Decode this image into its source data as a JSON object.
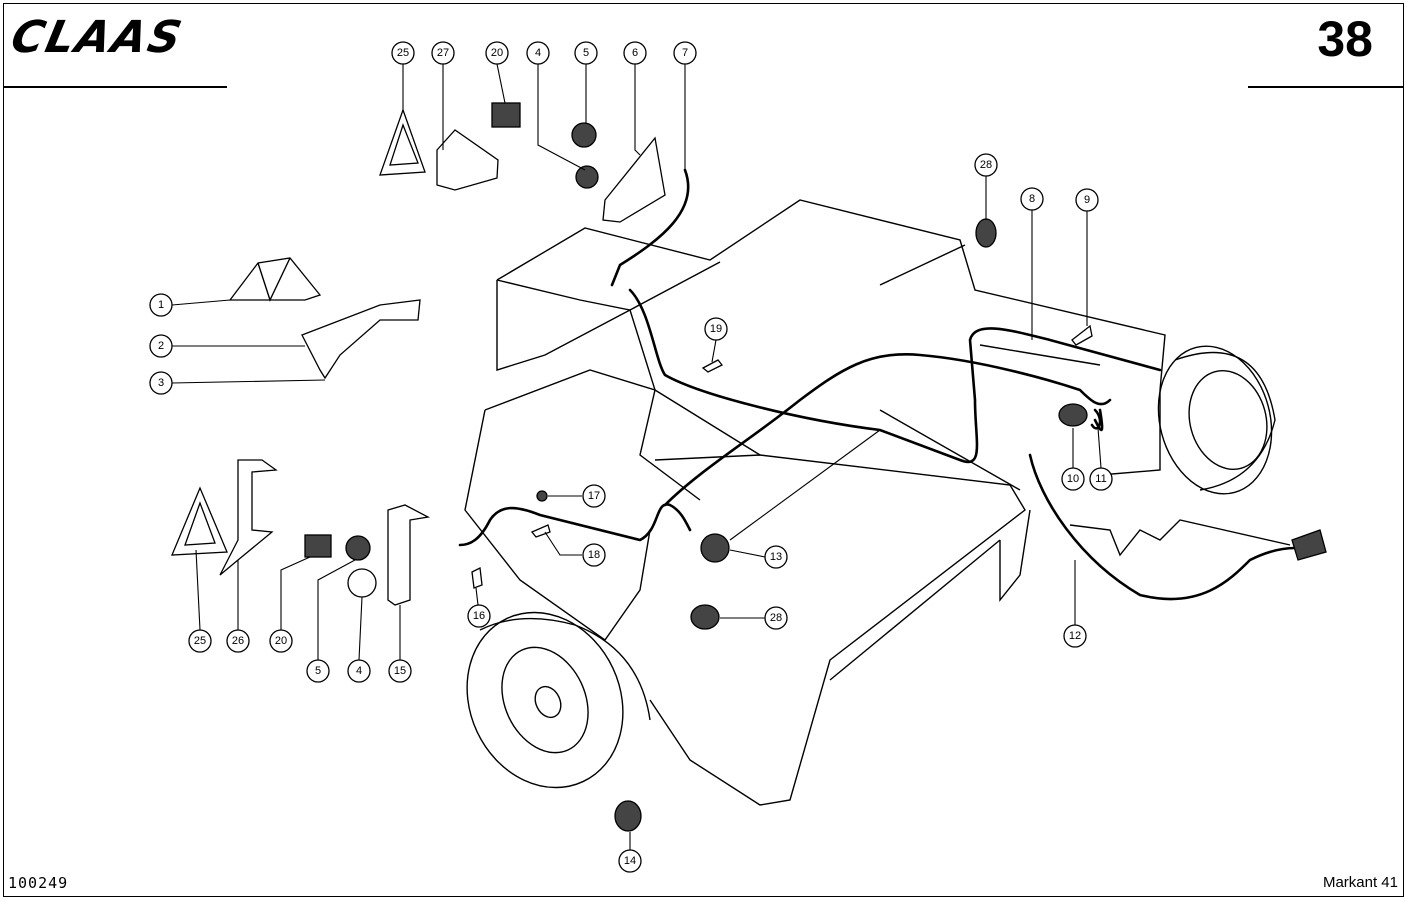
{
  "header": {
    "brand": "CLAAS",
    "page_number": "38"
  },
  "footer": {
    "reference_number": "100249",
    "model": "Markant 41"
  },
  "callouts": [
    {
      "label": "25"
    },
    {
      "label": "27"
    },
    {
      "label": "20"
    },
    {
      "label": "4"
    },
    {
      "label": "5"
    },
    {
      "label": "6"
    },
    {
      "label": "7"
    },
    {
      "label": "28"
    },
    {
      "label": "8"
    },
    {
      "label": "9"
    },
    {
      "label": "1"
    },
    {
      "label": "2"
    },
    {
      "label": "3"
    },
    {
      "label": "19"
    },
    {
      "label": "10"
    },
    {
      "label": "11"
    },
    {
      "label": "17"
    },
    {
      "label": "18"
    },
    {
      "label": "13"
    },
    {
      "label": "25"
    },
    {
      "label": "26"
    },
    {
      "label": "20"
    },
    {
      "label": "5"
    },
    {
      "label": "4"
    },
    {
      "label": "15"
    },
    {
      "label": "16"
    },
    {
      "label": "28"
    },
    {
      "label": "12"
    },
    {
      "label": "14"
    }
  ]
}
